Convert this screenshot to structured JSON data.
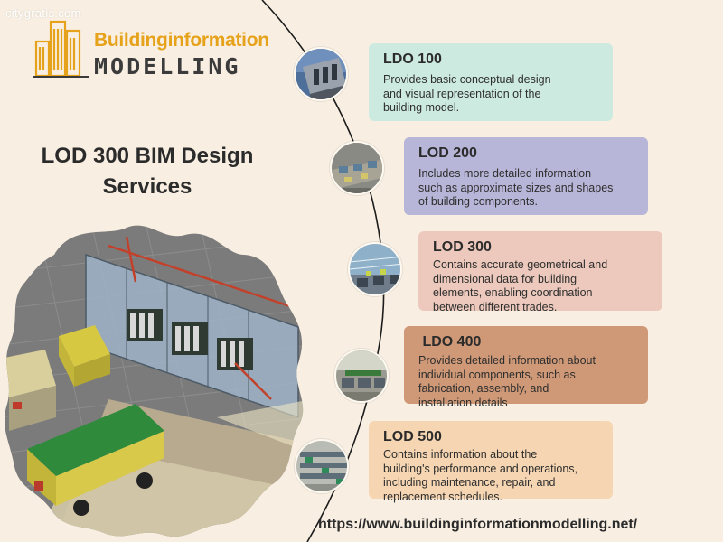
{
  "watermark": "citygratis.com",
  "logo": {
    "line1": "Buildinginformation",
    "line2": "MODELLING",
    "icon": "building-logo-icon"
  },
  "title": "LOD  300 BIM Design\nServices",
  "colors": {
    "background": "#f8efe2",
    "logo_gold": "#e6a21b",
    "card_lod100": "#cdeae0",
    "card_lod200": "#b8b6d8",
    "card_lod300": "#ecc9bc",
    "card_lod400": "#cf9977",
    "card_lod500": "#f6d6b2"
  },
  "stages": [
    {
      "title": "LDO 100",
      "description": " Provides basic conceptual design\nand visual representation of the\nbuilding model."
    },
    {
      "title": "LOD 200",
      "description": "Includes more detailed information\nsuch as approximate sizes and shapes\nof building components."
    },
    {
      "title": "LOD 300",
      "description": " Contains accurate geometrical and\ndimensional data for building\nelements, enabling coordination\nbetween different trades."
    },
    {
      "title": " LDO 400",
      "description": "Provides detailed information about\nindividual components, such as\nfabrication, assembly, and\ninstallation details"
    },
    {
      "title": "LOD 500",
      "description": "Contains information about the\nbuilding's performance and operations,\nincluding maintenance, repair, and\nreplacement schedules."
    }
  ],
  "url": "https://www.buildinginformationmodelling.net/"
}
